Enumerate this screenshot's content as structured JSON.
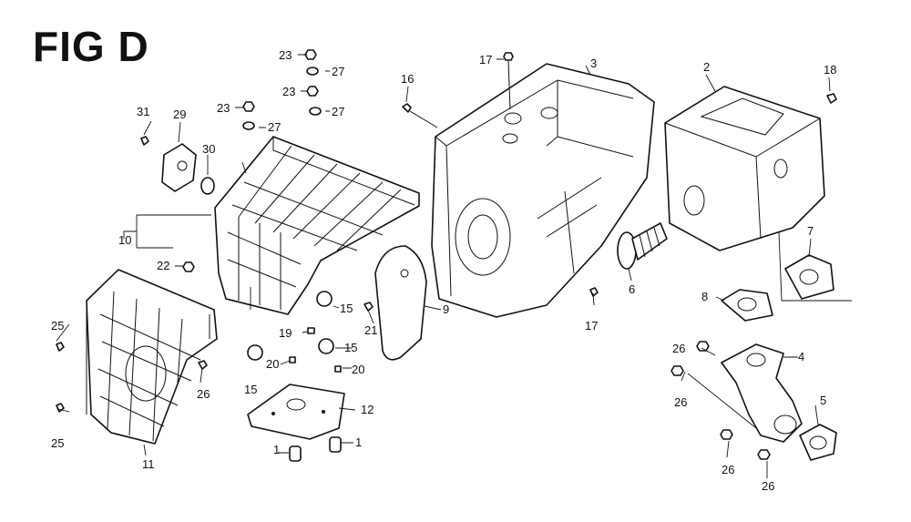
{
  "figure": {
    "title": "FIG D"
  },
  "callouts": [
    {
      "id": "c1a",
      "text": "1"
    },
    {
      "id": "c1b",
      "text": "1"
    },
    {
      "id": "c2",
      "text": "2"
    },
    {
      "id": "c3",
      "text": "3"
    },
    {
      "id": "c4",
      "text": "4"
    },
    {
      "id": "c5",
      "text": "5"
    },
    {
      "id": "c6",
      "text": "6"
    },
    {
      "id": "c7",
      "text": "7"
    },
    {
      "id": "c8",
      "text": "8"
    },
    {
      "id": "c9",
      "text": "9"
    },
    {
      "id": "c10",
      "text": "10"
    },
    {
      "id": "c11",
      "text": "11"
    },
    {
      "id": "c12",
      "text": "12"
    },
    {
      "id": "c15a",
      "text": "15"
    },
    {
      "id": "c15b",
      "text": "15"
    },
    {
      "id": "c15c",
      "text": "15"
    },
    {
      "id": "c16",
      "text": "16"
    },
    {
      "id": "c17a",
      "text": "17"
    },
    {
      "id": "c17b",
      "text": "17"
    },
    {
      "id": "c18",
      "text": "18"
    },
    {
      "id": "c19",
      "text": "19"
    },
    {
      "id": "c20a",
      "text": "20"
    },
    {
      "id": "c20b",
      "text": "20"
    },
    {
      "id": "c21",
      "text": "21"
    },
    {
      "id": "c22",
      "text": "22"
    },
    {
      "id": "c23a",
      "text": "23"
    },
    {
      "id": "c23b",
      "text": "23"
    },
    {
      "id": "c23c",
      "text": "23"
    },
    {
      "id": "c25a",
      "text": "25"
    },
    {
      "id": "c25b",
      "text": "25"
    },
    {
      "id": "c26a",
      "text": "26"
    },
    {
      "id": "c26b",
      "text": "26"
    },
    {
      "id": "c26c",
      "text": "26"
    },
    {
      "id": "c26d",
      "text": "26"
    },
    {
      "id": "c26e",
      "text": "26"
    },
    {
      "id": "c27a",
      "text": "27"
    },
    {
      "id": "c27b",
      "text": "27"
    },
    {
      "id": "c27c",
      "text": "27"
    },
    {
      "id": "c29",
      "text": "29"
    },
    {
      "id": "c30",
      "text": "30"
    },
    {
      "id": "c31",
      "text": "31"
    }
  ]
}
